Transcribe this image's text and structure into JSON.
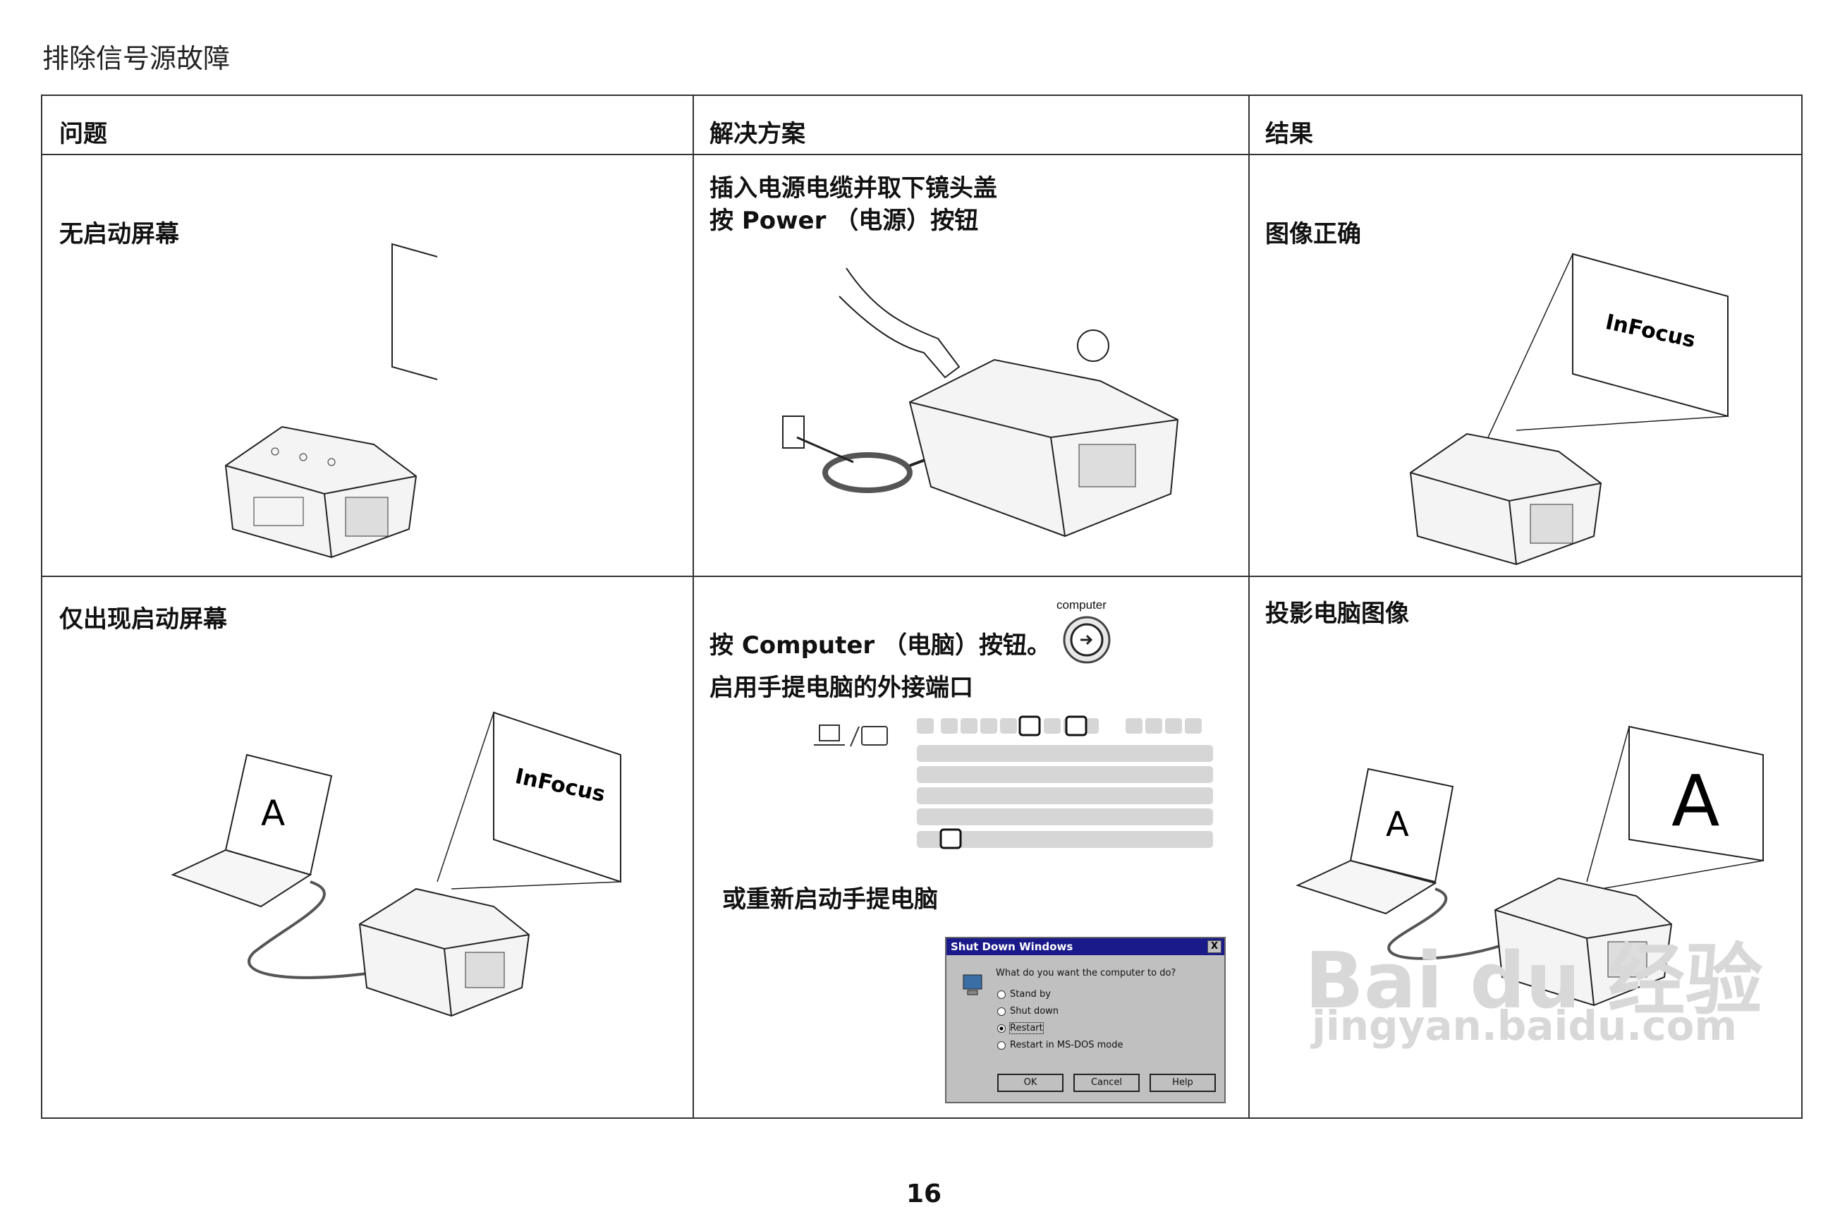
{
  "page_title": "排除信号源故障",
  "headers": {
    "problem": "问题",
    "solution": "解决方案",
    "result": "结果"
  },
  "row1": {
    "problem": "无启动屏幕",
    "solution_line1": "插入电源电缆并取下镜头盖",
    "solution_line2": "按 Power （电源）按钮",
    "result": "图像正确",
    "logo_text": "InFocus"
  },
  "row2": {
    "problem": "仅出现启动屏幕",
    "solution_line1": "按 Computer （电脑）按钮。",
    "computer_label": "computer",
    "solution_line2": "启用手提电脑的外接端口",
    "solution_line3": "或重新启动手提电脑",
    "result": "投影电脑图像",
    "screen_letter": "A",
    "logo_text": "InFocus"
  },
  "dialog": {
    "title": "Shut Down Windows",
    "close": "X",
    "question": "What do you want the computer to do?",
    "options": [
      "Stand by",
      "Shut down",
      "Restart",
      "Restart in MS-DOS mode"
    ],
    "buttons": [
      "OK",
      "Cancel",
      "Help"
    ]
  },
  "page_number": "16",
  "watermark": {
    "brand": "Bai du 经验",
    "url": "jingyan.baidu.com"
  }
}
